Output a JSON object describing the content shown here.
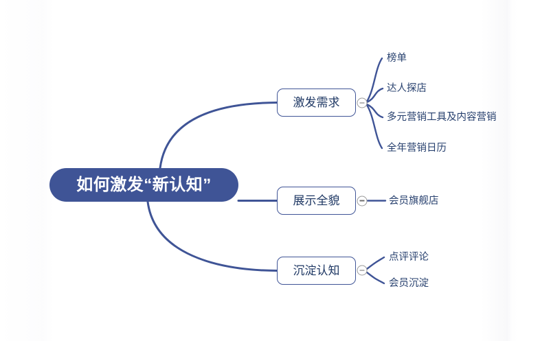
{
  "diagram": {
    "type": "mind-map",
    "title": "如何激发“新认知”",
    "root": {
      "label": "如何激发“新认知”",
      "fill_color": "#3F5496",
      "text_color": "#FFFFFF"
    },
    "branch_color": "#3F5496",
    "leaf_text_color": "#27406E",
    "toggle_icon": "minus-circle-icon",
    "branches": [
      {
        "label": "激发需求",
        "leaves": [
          "榜单",
          "达人探店",
          "多元营销工具及内容营销",
          "全年营销日历"
        ]
      },
      {
        "label": "展示全貌",
        "leaves": [
          "会员旗舰店"
        ]
      },
      {
        "label": "沉淀认知",
        "leaves": [
          "点评评论",
          "会员沉淀"
        ]
      }
    ]
  }
}
